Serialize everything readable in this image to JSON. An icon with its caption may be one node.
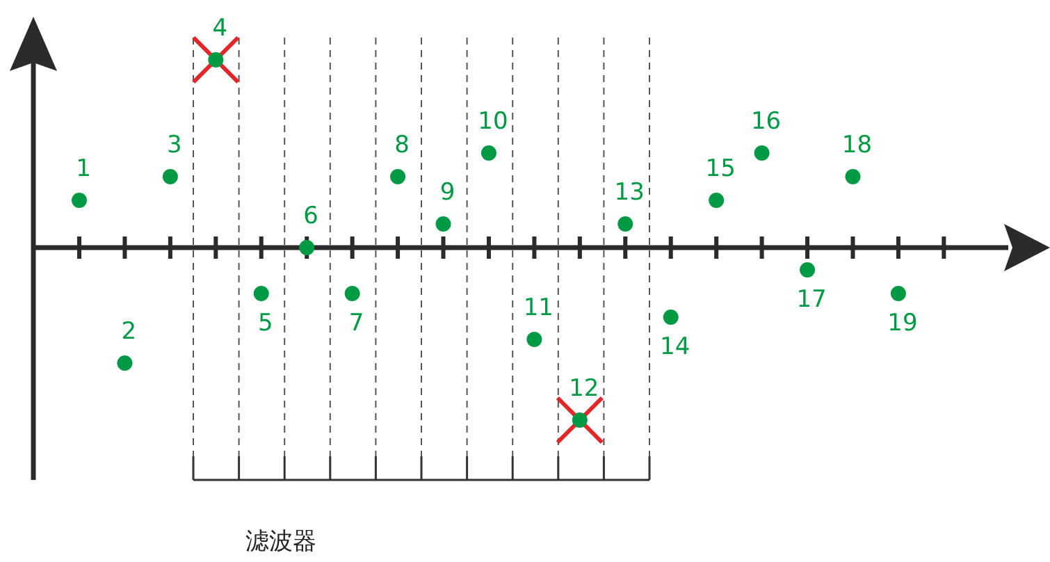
{
  "diagram": {
    "labels": [
      "1",
      "2",
      "3",
      "4",
      "5",
      "6",
      "7",
      "8",
      "9",
      "10",
      "11",
      "12",
      "13",
      "14",
      "15",
      "16",
      "17",
      "18",
      "19",
      "滤波器"
    ]
  }
}
